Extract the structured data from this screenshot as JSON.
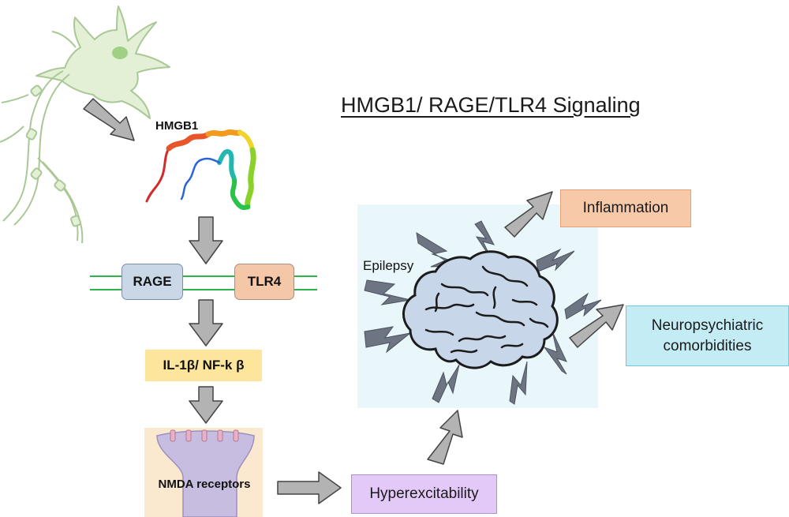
{
  "title": "HMGB1/ RAGE/TLR4 Signaling",
  "labels": {
    "hmgb1": "HMGB1",
    "rage": "RAGE",
    "tlr4": "TLR4",
    "il1b_nfkb": "IL-1β/ NF-k β",
    "nmda": "NMDA receptors",
    "epilepsy": "Epilepsy",
    "inflammation": "Inflammation",
    "neuropsychiatric": "Neuropsychiatric comorbidities",
    "hyperexcitability": "Hyperexcitability"
  },
  "colors": {
    "neuron": "#e3f0d6",
    "neuron_stroke": "#a9c895",
    "arrow_fill": "#b3b3b3",
    "arrow_stroke": "#444444",
    "membrane": "#2db34a",
    "rage": "#c9d7e6",
    "tlr4": "#f4c7a9",
    "il1b": "#fde59b",
    "nmda_panel": "#fbe9cf",
    "epilepsy_panel": "#e9f7fb",
    "brain": "#c8d6ea",
    "bolt": "#6d7482",
    "inflammation": "#f8c9a8",
    "neuropsychiatric": "#c4ecf5",
    "hyperexcitability": "#e3c9f7"
  }
}
